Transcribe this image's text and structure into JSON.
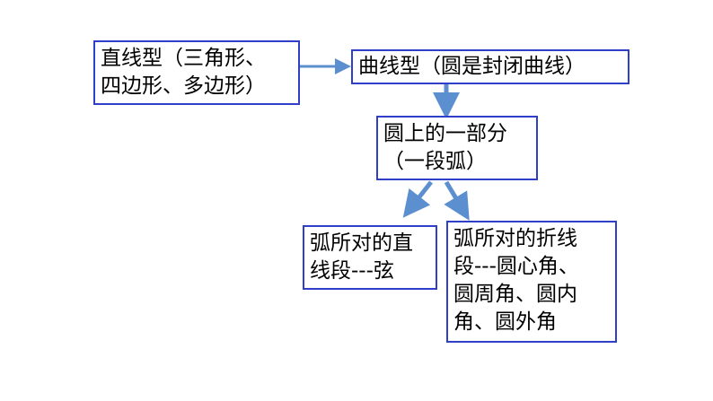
{
  "nodes": {
    "straight": {
      "lines": [
        "直线型（三角形、",
        "四边形、多边形）"
      ]
    },
    "curve": {
      "lines": [
        "曲线型（圆是封闭曲线）"
      ]
    },
    "arc": {
      "lines": [
        "圆上的一部分",
        "（一段弧）"
      ]
    },
    "chord": {
      "lines": [
        "弧所对的直",
        "线段---弦"
      ]
    },
    "angles": {
      "lines": [
        "弧所对的折线",
        "段---圆心角、",
        "圆周角、圆内",
        "角、圆外角"
      ]
    }
  },
  "colors": {
    "border": "#2f3fc8",
    "arrow": "#5b8fcf"
  }
}
